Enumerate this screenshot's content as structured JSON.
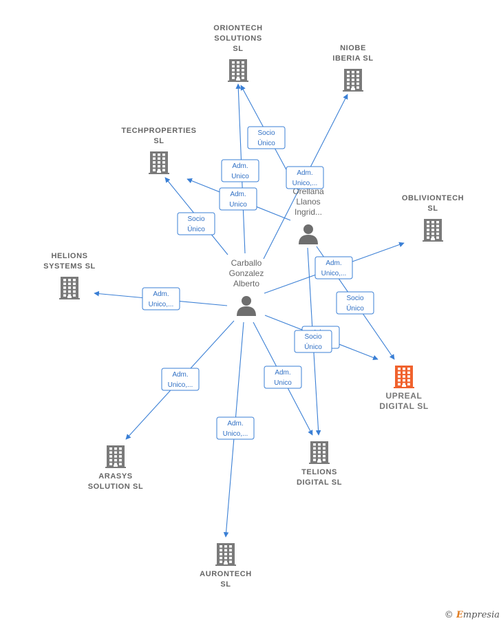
{
  "colors": {
    "edge": "#3a7fd5",
    "company_icon": "#7a7a7a",
    "target_icon": "#f0622d",
    "person_icon": "#6e6e6e"
  },
  "people": [
    {
      "id": "carballo",
      "lines": [
        "Carballo",
        "Gonzalez",
        "Alberto"
      ]
    },
    {
      "id": "orellana",
      "lines": [
        "Orellana",
        "Llanos",
        "Ingrid..."
      ]
    }
  ],
  "companies": [
    {
      "id": "oriontech",
      "lines": [
        "ORIONTECH",
        "SOLUTIONS",
        "SL"
      ],
      "target": false
    },
    {
      "id": "niobe",
      "lines": [
        "NIOBE",
        "IBERIA  SL"
      ],
      "target": false
    },
    {
      "id": "techproperties",
      "lines": [
        "TECHPROPERTIES",
        "SL"
      ],
      "target": false
    },
    {
      "id": "obliviontech",
      "lines": [
        "OBLIVIONTECH",
        "SL"
      ],
      "target": false
    },
    {
      "id": "helions",
      "lines": [
        "HELIONS",
        "SYSTEMS  SL"
      ],
      "target": false
    },
    {
      "id": "upreal",
      "lines": [
        "UPREAL",
        "DIGITAL  SL"
      ],
      "target": true
    },
    {
      "id": "arasys",
      "lines": [
        "ARASYS",
        "SOLUTION  SL"
      ],
      "target": false
    },
    {
      "id": "telions",
      "lines": [
        "TELIONS",
        "DIGITAL  SL"
      ],
      "target": false
    },
    {
      "id": "aurontech",
      "lines": [
        "AURONTECH",
        "SL"
      ],
      "target": false
    }
  ],
  "edges": [
    {
      "id": "e1",
      "from": "carballo",
      "to": "oriontech",
      "lines": [
        "Adm.",
        "Unico"
      ]
    },
    {
      "id": "e2",
      "from": "orellana",
      "to": "oriontech",
      "lines": [
        "Socio",
        "Único"
      ]
    },
    {
      "id": "e3",
      "from": "carballo",
      "to": "niobe",
      "lines": [
        "Adm.",
        "Unico,..."
      ]
    },
    {
      "id": "e4",
      "from": "carballo",
      "to": "techproperties",
      "lines": [
        "Socio",
        "Único"
      ]
    },
    {
      "id": "e5",
      "from": "orellana",
      "to": "techproperties",
      "lines": [
        "Adm.",
        "Unico"
      ]
    },
    {
      "id": "e6",
      "from": "carballo",
      "to": "obliviontech",
      "lines": [
        "Adm.",
        "Unico,..."
      ]
    },
    {
      "id": "e7",
      "from": "carballo",
      "to": "helions",
      "lines": [
        "Adm.",
        "Unico,..."
      ]
    },
    {
      "id": "e8",
      "from": "orellana",
      "to": "upreal",
      "lines": [
        "Socio",
        "Único"
      ]
    },
    {
      "id": "e9",
      "from": "carballo",
      "to": "upreal",
      "lines": [
        "Adm.",
        "Unico"
      ]
    },
    {
      "id": "e10",
      "from": "carballo",
      "to": "arasys",
      "lines": [
        "Adm.",
        "Unico,..."
      ]
    },
    {
      "id": "e11",
      "from": "carballo",
      "to": "telions",
      "lines": [
        "Adm.",
        "Unico"
      ]
    },
    {
      "id": "e12",
      "from": "orellana",
      "to": "telions",
      "lines": [
        "Socio",
        "Único"
      ]
    },
    {
      "id": "e13",
      "from": "carballo",
      "to": "aurontech",
      "lines": [
        "Adm.",
        "Unico,..."
      ]
    }
  ],
  "footer": {
    "copyright": "©",
    "brand_initial": "E",
    "brand_rest": "mpresia"
  }
}
